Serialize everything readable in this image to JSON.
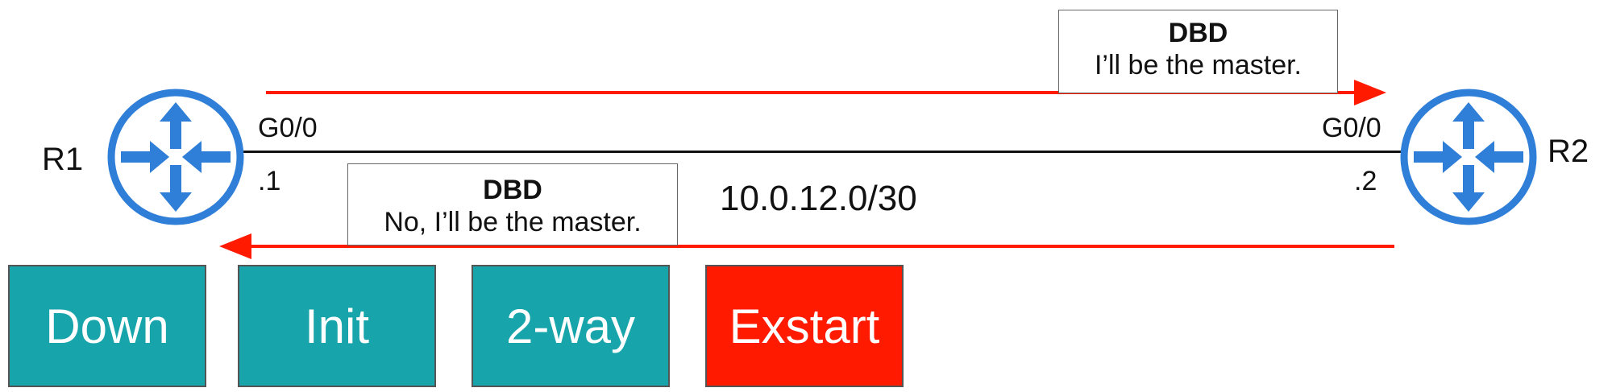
{
  "partial_title": "...y ... ng ... (... ...) p...",
  "routers": [
    {
      "name": "R1",
      "interface": "G0/0",
      "host": ".1"
    },
    {
      "name": "R2",
      "interface": "G0/0",
      "host": ".2"
    }
  ],
  "subnet": "10.0.12.0/30",
  "messages": [
    {
      "type": "DBD",
      "text": "I’ll be the master."
    },
    {
      "type": "DBD",
      "text": "No, I’ll be the master."
    }
  ],
  "states": [
    {
      "label": "Down",
      "color": "#17a5ab"
    },
    {
      "label": "Init",
      "color": "#17a5ab"
    },
    {
      "label": "2-way",
      "color": "#17a5ab"
    },
    {
      "label": "Exstart",
      "color": "#ff1a00"
    }
  ],
  "colors": {
    "router": "#2f7ed8",
    "arrow": "#ff1a00",
    "state": "#17a5ab",
    "active_state": "#ff1a00"
  }
}
